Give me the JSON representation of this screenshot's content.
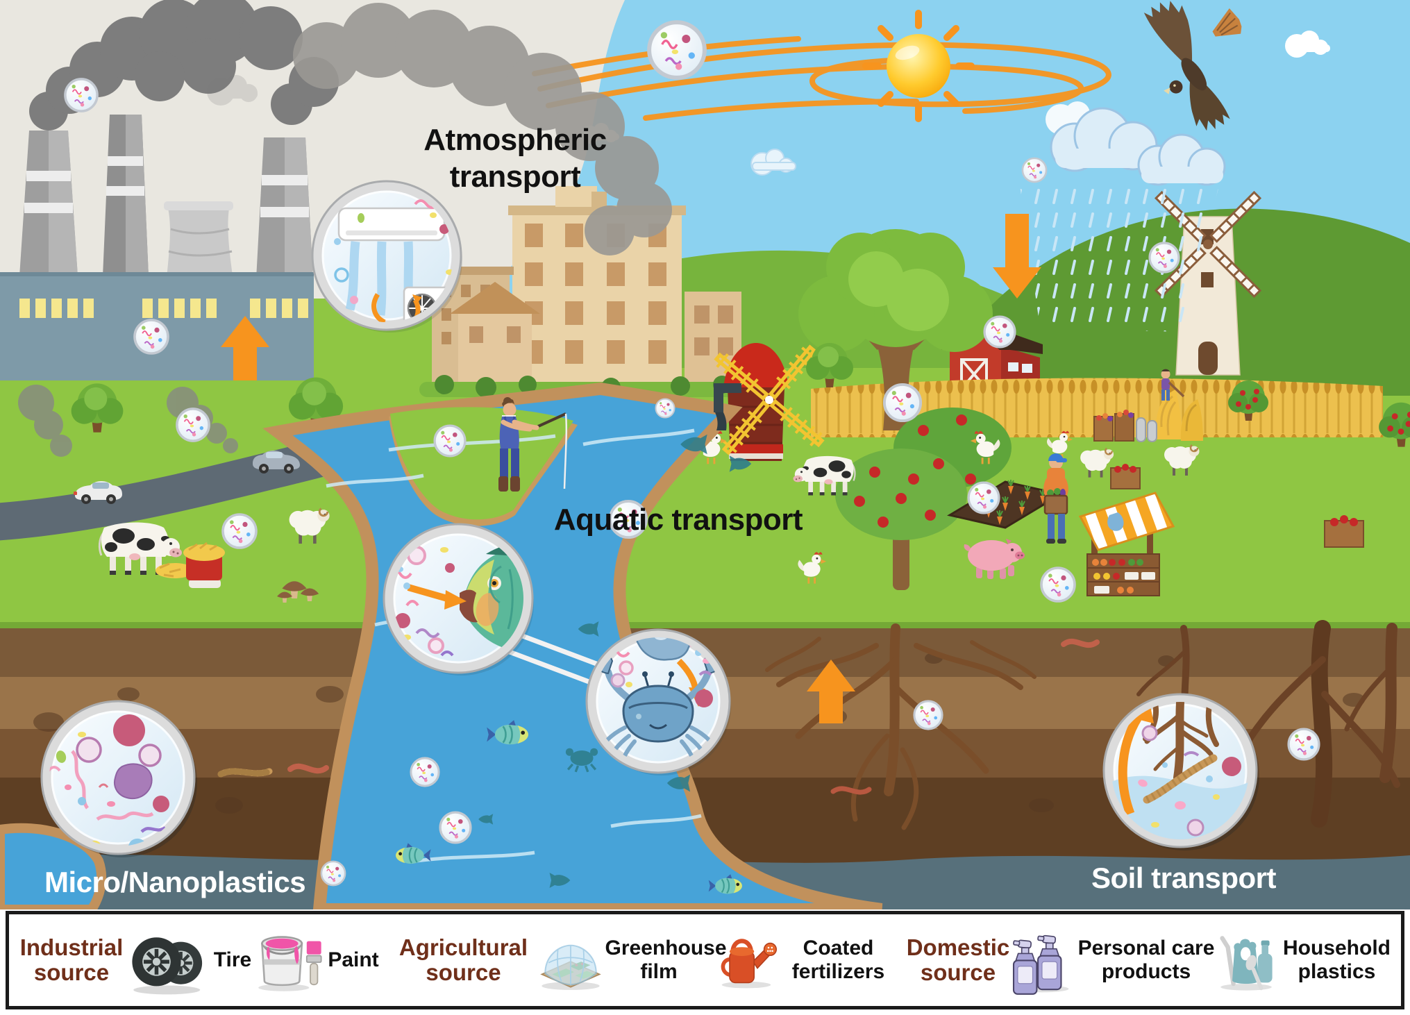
{
  "figure": {
    "labels": {
      "atmospheric_transport": "Atmospheric transport",
      "aquatic_transport": "Aquatic transport",
      "soil_transport": "Soil transport",
      "micro_nanoplastics": "Micro/Nanoplastics"
    },
    "colors": {
      "sky": "#8CD2F0",
      "grass": "#8FC643",
      "river": "#47A3D8",
      "soil": "#9A744A",
      "groundwater_band": "#57707B",
      "arrow_orange": "#F7941E",
      "sun": "#FFC92E",
      "legend_title": "#6F2F1A",
      "label_dark": "#111111",
      "label_light": "#FFFFFF"
    }
  },
  "legend": {
    "groups": [
      {
        "title": "Industrial source",
        "items": [
          {
            "icon": "tire-icon",
            "label": "Tire"
          },
          {
            "icon": "paint-icon",
            "label": "Paint"
          }
        ]
      },
      {
        "title": "Agricultural source",
        "items": [
          {
            "icon": "greenhouse-film-icon",
            "label": "Greenhouse film"
          },
          {
            "icon": "coated-fertilizers-icon",
            "label": "Coated fertilizers"
          }
        ]
      },
      {
        "title": "Domestic source",
        "items": [
          {
            "icon": "personal-care-products-icon",
            "label": "Personal care products"
          },
          {
            "icon": "household-plastics-icon",
            "label": "Household plastics"
          }
        ]
      }
    ]
  }
}
